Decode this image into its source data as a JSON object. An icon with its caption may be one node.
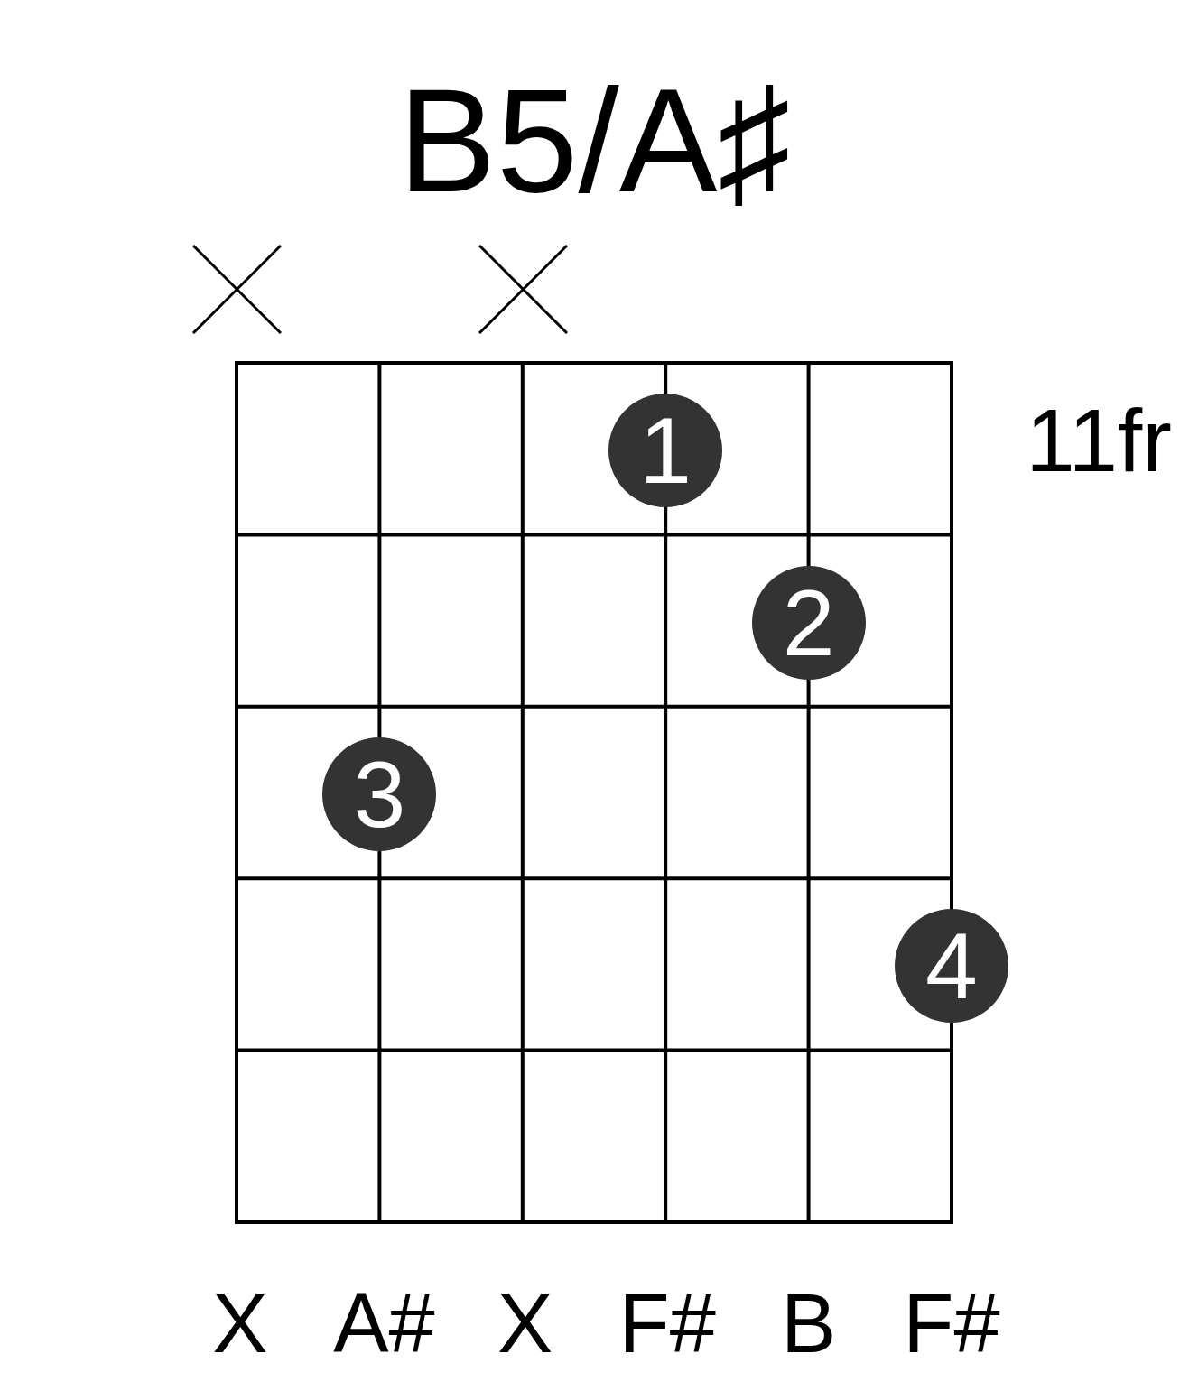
{
  "diagram": {
    "title": "B5/A♯",
    "nodes": [
      {
        "text": [
          "1"
        ]
      },
      {
        "text": [
          "2"
        ]
      },
      {
        "text": [
          "3"
        ]
      },
      {
        "text": [
          "4"
        ]
      }
    ],
    "labels": [
      "11fr",
      "X",
      "A#",
      "X",
      "F#",
      "B",
      "F#"
    ]
  }
}
